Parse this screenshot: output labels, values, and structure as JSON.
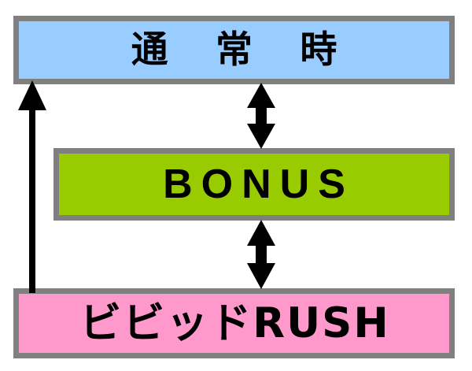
{
  "diagram": {
    "type": "state-flow",
    "title_text": "",
    "background_color": "#ffffff",
    "border_color": "#808080",
    "arrow_color": "#000000",
    "states": [
      {
        "id": "normal",
        "label": "通 常 時",
        "fill_color": "#99ccff",
        "text_color": "#000000"
      },
      {
        "id": "bonus",
        "label": "BONUS",
        "fill_color": "#99cc00",
        "text_color": "#000000"
      },
      {
        "id": "rush",
        "label": "ビビッドRUSH",
        "fill_color": "#ff99cc",
        "text_color": "#000000"
      }
    ],
    "transitions": [
      {
        "id": "normal-bonus",
        "from": "normal",
        "to": "bonus",
        "direction": "bidirectional",
        "label": ""
      },
      {
        "id": "bonus-rush",
        "from": "bonus",
        "to": "rush",
        "direction": "bidirectional",
        "label": ""
      },
      {
        "id": "rush-normal",
        "from": "rush",
        "to": "normal",
        "direction": "up",
        "label": ""
      }
    ]
  }
}
